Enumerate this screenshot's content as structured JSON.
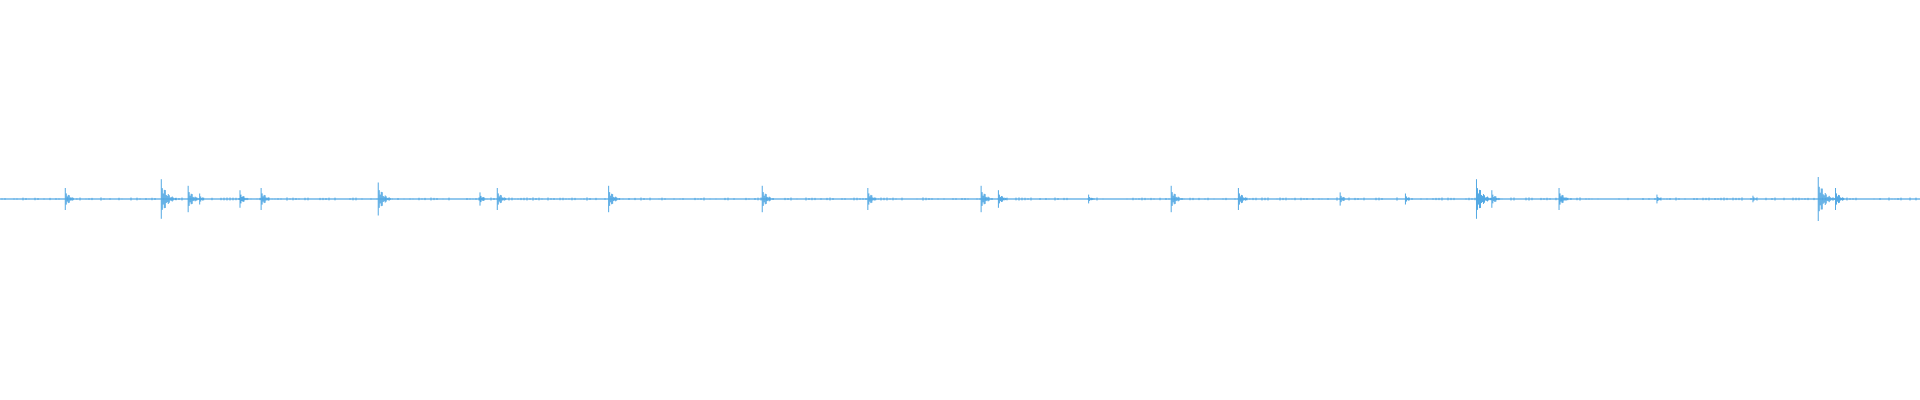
{
  "waveform": {
    "color": "#52a8e3",
    "centerline": "flat",
    "peaks": [
      {
        "t": 0.034,
        "amp": 0.1
      },
      {
        "t": 0.084,
        "amp": 0.18
      },
      {
        "t": 0.098,
        "amp": 0.12
      },
      {
        "t": 0.104,
        "amp": 0.05
      },
      {
        "t": 0.125,
        "amp": 0.08
      },
      {
        "t": 0.136,
        "amp": 0.1
      },
      {
        "t": 0.197,
        "amp": 0.15
      },
      {
        "t": 0.25,
        "amp": 0.06
      },
      {
        "t": 0.259,
        "amp": 0.1
      },
      {
        "t": 0.317,
        "amp": 0.12
      },
      {
        "t": 0.397,
        "amp": 0.12
      },
      {
        "t": 0.452,
        "amp": 0.1
      },
      {
        "t": 0.511,
        "amp": 0.12
      },
      {
        "t": 0.52,
        "amp": 0.08
      },
      {
        "t": 0.567,
        "amp": 0.04
      },
      {
        "t": 0.61,
        "amp": 0.12
      },
      {
        "t": 0.645,
        "amp": 0.1
      },
      {
        "t": 0.698,
        "amp": 0.06
      },
      {
        "t": 0.732,
        "amp": 0.05
      },
      {
        "t": 0.769,
        "amp": 0.18
      },
      {
        "t": 0.777,
        "amp": 0.08
      },
      {
        "t": 0.812,
        "amp": 0.1
      },
      {
        "t": 0.863,
        "amp": 0.04
      },
      {
        "t": 0.913,
        "amp": 0.03
      },
      {
        "t": 0.947,
        "amp": 0.2
      },
      {
        "t": 0.956,
        "amp": 0.1
      }
    ]
  }
}
